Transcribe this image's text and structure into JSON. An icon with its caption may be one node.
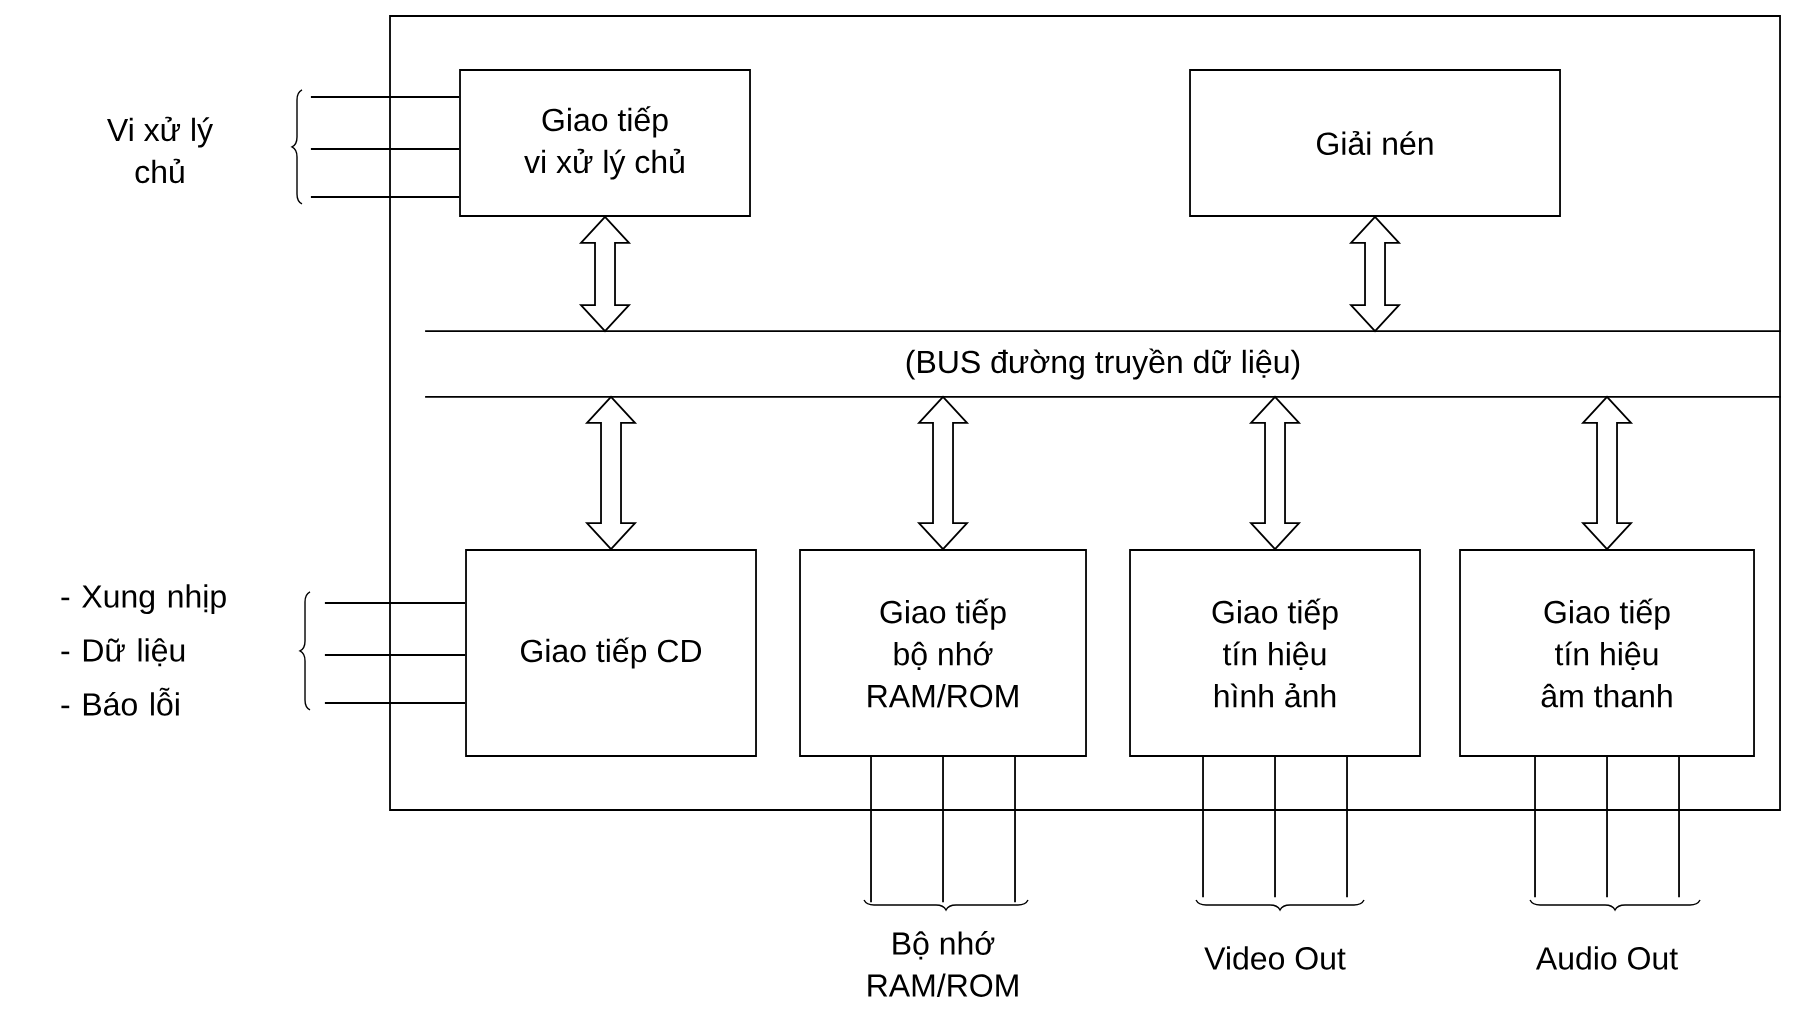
{
  "diagram": {
    "nodes": [
      {
        "text": [],
        "shape": "box"
      },
      {
        "text": [
          "Giao tiếp vi xử lý chủ"
        ],
        "in": 0
      },
      {
        "text": [
          "Giải nén"
        ],
        "in": 0
      },
      {
        "text": [
          "(BUS đường truyền dữ liệu)"
        ],
        "in": 0
      },
      {
        "text": [
          "Giao tiếp CD"
        ],
        "in": 0
      },
      {
        "text": [
          "Giao tiếp bộ nhớ RAM/ROM"
        ],
        "in": 0
      },
      {
        "text": [
          "Giao tiếp tín hiệu hình ảnh"
        ],
        "in": 0
      },
      {
        "text": [
          "Giao tiếp tín hiệu âm thanh"
        ],
        "in": 0
      },
      {
        "text": [
          "Vi xử lý chủ"
        ]
      },
      {
        "text": [
          "- Xung nhịp",
          "- Dữ liệu",
          "- Báo lỗi"
        ]
      },
      {
        "text": [
          "Bộ nhớ RAM/ROM"
        ]
      },
      {
        "text": [
          "Video Out"
        ]
      },
      {
        "text": [
          "Audio Out"
        ]
      }
    ],
    "edges": [
      {
        "from": 1,
        "to": 3,
        "arrow": "both"
      },
      {
        "from": 2,
        "to": 3,
        "arrow": "both"
      },
      {
        "from": 3,
        "to": 4,
        "arrow": "both"
      },
      {
        "from": 3,
        "to": 5,
        "arrow": "both"
      },
      {
        "from": 3,
        "to": 6,
        "arrow": "both"
      },
      {
        "from": 3,
        "to": 7,
        "arrow": "both"
      },
      {
        "from": 8,
        "to": 1,
        "arrow": "none"
      },
      {
        "from": 8,
        "to": 1,
        "arrow": "none"
      },
      {
        "from": 8,
        "to": 1,
        "arrow": "none"
      },
      {
        "from": 9,
        "to": 4,
        "arrow": "none"
      },
      {
        "from": 9,
        "to": 4,
        "arrow": "none"
      },
      {
        "from": 9,
        "to": 4,
        "arrow": "none"
      },
      {
        "from": 5,
        "to": 10,
        "arrow": "none"
      },
      {
        "from": 5,
        "to": 10,
        "arrow": "none"
      },
      {
        "from": 5,
        "to": 10,
        "arrow": "none"
      },
      {
        "from": 6,
        "to": 11,
        "arrow": "none"
      },
      {
        "from": 6,
        "to": 11,
        "arrow": "none"
      },
      {
        "from": 6,
        "to": 11,
        "arrow": "none"
      },
      {
        "from": 7,
        "to": 12,
        "arrow": "none"
      },
      {
        "from": 7,
        "to": 12,
        "arrow": "none"
      },
      {
        "from": 7,
        "to": 12,
        "arrow": "none"
      }
    ]
  }
}
